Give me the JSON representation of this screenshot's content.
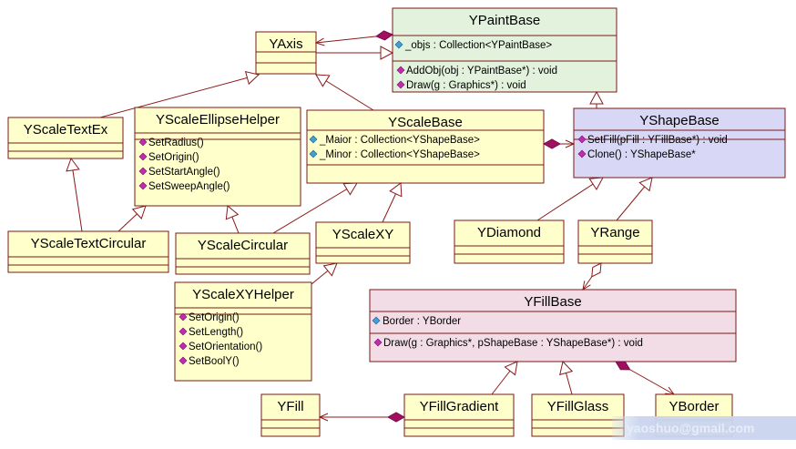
{
  "classes": {
    "ypaintbase": {
      "name": "YPaintBase",
      "color": "#e2f2dc",
      "attributes": [
        "_objs : Collection<YPaintBase>"
      ],
      "operations": [
        "AddObj(obj : YPaintBase*) : void",
        "Draw(g : Graphics*) : void"
      ]
    },
    "yaxis": {
      "name": "YAxis",
      "color": "#ffffcc"
    },
    "yscaletextex": {
      "name": "YScaleTextEx",
      "color": "#ffffcc"
    },
    "yscaleellipsehelper": {
      "name": "YScaleEllipseHelper",
      "color": "#ffffcc",
      "operations": [
        "SetRadius()",
        "SetOrigin()",
        "SetStartAngle()",
        "SetSweepAngle()"
      ]
    },
    "yscalebase": {
      "name": "YScaleBase",
      "color": "#ffffcc",
      "attributes": [
        "_Maior : Collection<YShapeBase>",
        "_Minor : Collection<YShapeBase>"
      ]
    },
    "yshapebase": {
      "name": "YShapeBase",
      "color": "#d8d8f6",
      "operations": [
        "SetFill(pFill : YFillBase*) : void",
        "Clone() : YShapeBase*"
      ]
    },
    "yscaletextcircular": {
      "name": "YScaleTextCircular",
      "color": "#ffffcc"
    },
    "yscalecircular": {
      "name": "YScaleCircular",
      "color": "#ffffcc"
    },
    "yscalexy": {
      "name": "YScaleXY",
      "color": "#ffffcc"
    },
    "ydiamond": {
      "name": "YDiamond",
      "color": "#ffffcc"
    },
    "yrange": {
      "name": "YRange",
      "color": "#ffffcc"
    },
    "yscalexyhelper": {
      "name": "YScaleXYHelper",
      "color": "#ffffcc",
      "operations": [
        "SetOrigin()",
        "SetLength()",
        "SetOrientation()",
        "SetBoolY()"
      ]
    },
    "yfillbase": {
      "name": "YFillBase",
      "color": "#f2dce6",
      "attributes": [
        "Border : YBorder"
      ],
      "operations": [
        "Draw(g : Graphics*, pShapeBase : YShapeBase*) : void"
      ]
    },
    "yfill": {
      "name": "YFill",
      "color": "#ffffcc"
    },
    "yfillgradient": {
      "name": "YFillGradient",
      "color": "#ffffcc"
    },
    "yfillglass": {
      "name": "YFillGlass",
      "color": "#ffffcc"
    },
    "yborder": {
      "name": "YBorder",
      "color": "#ffffcc"
    }
  },
  "relationships": [
    {
      "type": "generalization",
      "from": "yaxis",
      "to": "ypaintbase"
    },
    {
      "type": "composition",
      "from": "ypaintbase",
      "to": "yaxis"
    },
    {
      "type": "generalization",
      "from": "yscaletextex",
      "to": "yaxis"
    },
    {
      "type": "generalization",
      "from": "yscalebase",
      "to": "yaxis"
    },
    {
      "type": "generalization",
      "from": "yshapebase",
      "to": "ypaintbase"
    },
    {
      "type": "composition",
      "from": "yscalebase",
      "to": "yshapebase"
    },
    {
      "type": "generalization",
      "from": "yscaletextcircular",
      "to": "yscaletextex"
    },
    {
      "type": "generalization",
      "from": "yscaletextcircular",
      "to": "yscaleellipsehelper"
    },
    {
      "type": "generalization",
      "from": "yscalecircular",
      "to": "yscaleellipsehelper"
    },
    {
      "type": "generalization",
      "from": "yscalecircular",
      "to": "yscalebase"
    },
    {
      "type": "generalization",
      "from": "yscalexy",
      "to": "yscalebase"
    },
    {
      "type": "generalization",
      "from": "yscalexyhelper",
      "to": "yscalexy"
    },
    {
      "type": "generalization",
      "from": "ydiamond",
      "to": "yshapebase"
    },
    {
      "type": "generalization",
      "from": "yrange",
      "to": "yshapebase"
    },
    {
      "type": "aggregation",
      "from": "yrange",
      "to": "yfillbase"
    },
    {
      "type": "generalization",
      "from": "yfillgradient",
      "to": "yfillbase"
    },
    {
      "type": "generalization",
      "from": "yfillglass",
      "to": "yfillbase"
    },
    {
      "type": "composition",
      "from": "yfillbase",
      "to": "yborder"
    },
    {
      "type": "composition",
      "from": "yfillgradient",
      "to": "yfill"
    }
  ],
  "watermark": "yaoshuo@gmail.com",
  "colors": {
    "border": "#7a1a1a",
    "line": "#8a1a1a",
    "op_icon": "#c02cb0",
    "attr_icon": "#3fa0d8",
    "watermark_bg": "#c9d5ee"
  }
}
